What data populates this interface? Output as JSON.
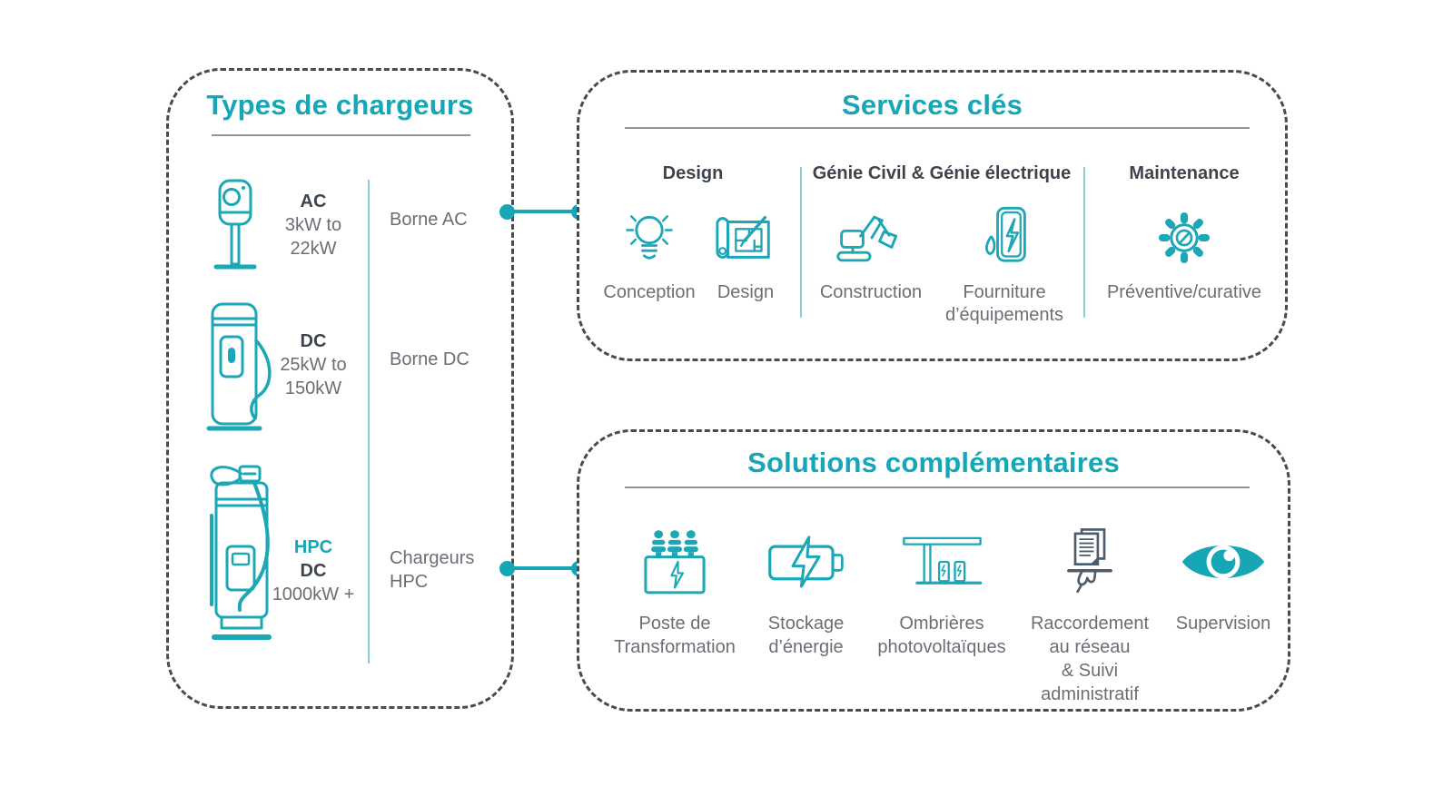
{
  "colors": {
    "teal_accent": "#17a6b5",
    "dark_text": "#3e444c",
    "gray_text": "#6a6f75",
    "dashed_border": "#4b4b4b",
    "separator_teal": "#8bced8",
    "slate_icon": "#4d5c6b"
  },
  "left_panel": {
    "title": "Types de chargeurs",
    "rows": [
      {
        "icon": "ac-charger-icon",
        "type": "AC",
        "power": "3kW to\n22kW",
        "name": "Borne AC"
      },
      {
        "icon": "dc-charger-icon",
        "type": "DC",
        "power": "25kW to\n150kW",
        "name": "Borne DC"
      },
      {
        "icon": "hpc-charger-icon",
        "type_highlight": "HPC",
        "type": "DC",
        "power": "1000kW +",
        "name": "Chargeurs\nHPC"
      }
    ]
  },
  "services": {
    "title": "Services clés",
    "groups": [
      {
        "header": "Design",
        "items": [
          {
            "icon": "lightbulb-icon",
            "label": "Conception"
          },
          {
            "icon": "blueprint-icon",
            "label": "Design"
          }
        ]
      },
      {
        "header": "Génie Civil & Génie électrique",
        "items": [
          {
            "icon": "excavator-icon",
            "label": "Construction"
          },
          {
            "icon": "ev-station-icon",
            "label": "Fourniture\nd’équipements"
          }
        ]
      },
      {
        "header": "Maintenance",
        "items": [
          {
            "icon": "gear-icon",
            "label": "Préventive/curative"
          }
        ]
      }
    ]
  },
  "solutions": {
    "title": "Solutions complémentaires",
    "items": [
      {
        "icon": "transformer-icon",
        "label": "Poste de\nTransformation"
      },
      {
        "icon": "battery-icon",
        "label": "Stockage\nd’énergie"
      },
      {
        "icon": "solar-canopy-icon",
        "label": "Ombrières\nphotovoltaïques"
      },
      {
        "icon": "document-hand-icon",
        "label": "Raccordement\nau réseau\n& Suivi\nadministratif"
      },
      {
        "icon": "eye-icon",
        "label": "Supervision"
      }
    ]
  }
}
